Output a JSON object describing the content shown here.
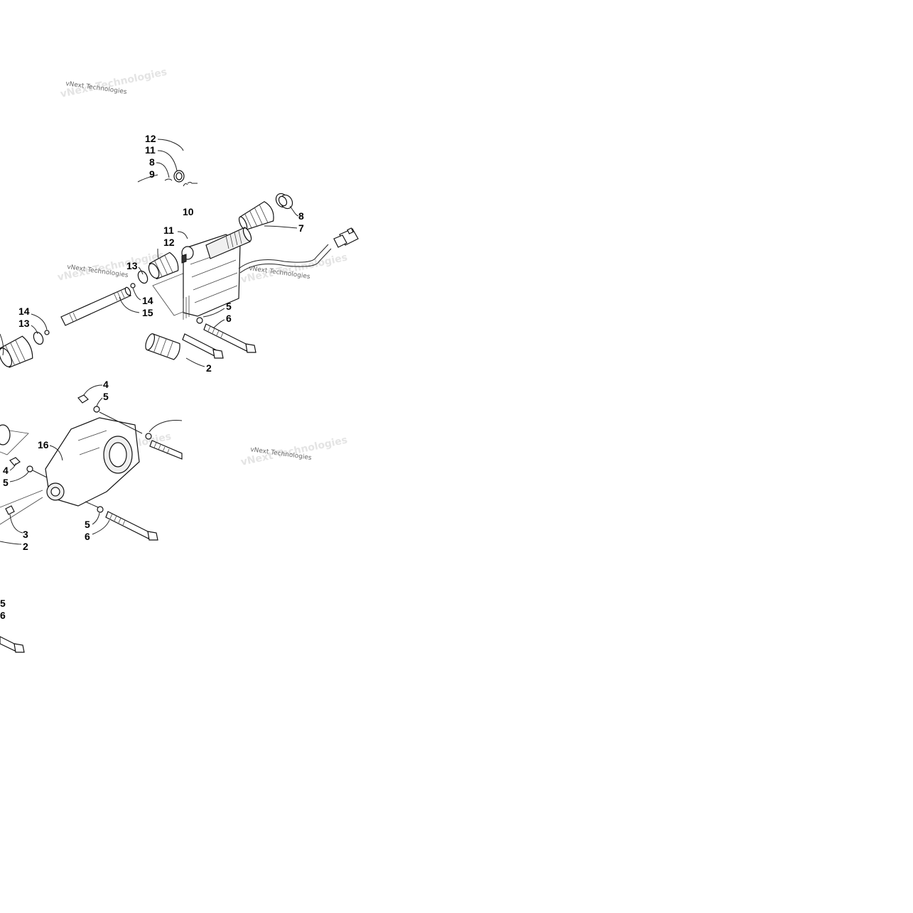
{
  "watermark": {
    "text": "vNext Technologies",
    "color": "#6a6a6a"
  },
  "callouts": {
    "c12a": "12",
    "c11a": "11",
    "c8a": "8",
    "c9": "9",
    "c10": "10",
    "c8b": "8",
    "c7": "7",
    "c11b": "11",
    "c12b": "12",
    "c13a": "13",
    "c14a": "14",
    "c15": "15",
    "c14b": "14",
    "c13b": "13",
    "c5a": "5",
    "c6a": "6",
    "c2a": "2",
    "c4a": "4",
    "c5b": "5",
    "c16": "16",
    "c4b": "4",
    "c5c": "5",
    "c3": "3",
    "c2b": "2",
    "c5d": "5",
    "c6b": "6",
    "c5e": "5",
    "c6c": "6"
  }
}
